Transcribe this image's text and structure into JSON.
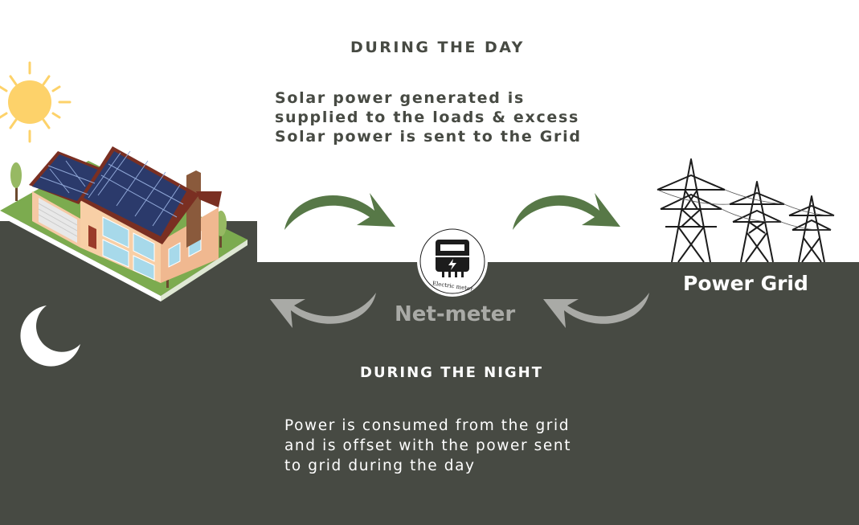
{
  "day": {
    "heading": "DURING THE DAY",
    "description": "Solar power generated is\nsupplied to the loads & excess\nSolar power is sent to the Grid"
  },
  "night": {
    "heading": "DURING THE NIGHT",
    "description": "Power is consumed from the grid\nand is offset with the power sent\nto grid during the day"
  },
  "meter": {
    "label": "Net-meter",
    "device_caption": "Electric meter"
  },
  "grid": {
    "label": "Power Grid"
  },
  "colors": {
    "dark_ground": "#474a43",
    "day_arrow": "#577847",
    "night_arrow": "#a9aaa6",
    "sun": "#fdd26a",
    "moon": "#ffffff"
  },
  "icons": [
    "sun-icon",
    "moon-icon",
    "house-with-solar-panels-icon",
    "electric-meter-icon",
    "transmission-tower-icon",
    "arrow-icon"
  ]
}
